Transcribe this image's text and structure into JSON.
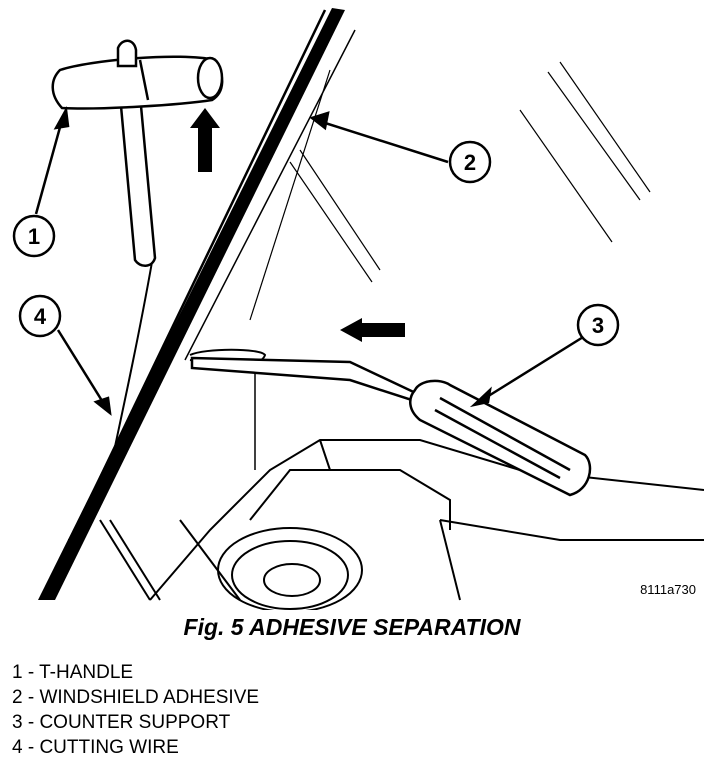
{
  "figure": {
    "id": "8111a730",
    "caption": "Fig. 5 ADHESIVE SEPARATION"
  },
  "callouts": [
    {
      "number": "1",
      "name": "T-HANDLE"
    },
    {
      "number": "2",
      "name": "WINDSHIELD ADHESIVE"
    },
    {
      "number": "3",
      "name": "COUNTER SUPPORT"
    },
    {
      "number": "4",
      "name": "CUTTING WIRE"
    }
  ],
  "legend": [
    "1 - T-HANDLE",
    "2 - WINDSHIELD ADHESIVE",
    "3 - COUNTER SUPPORT",
    "4 - CUTTING WIRE"
  ]
}
